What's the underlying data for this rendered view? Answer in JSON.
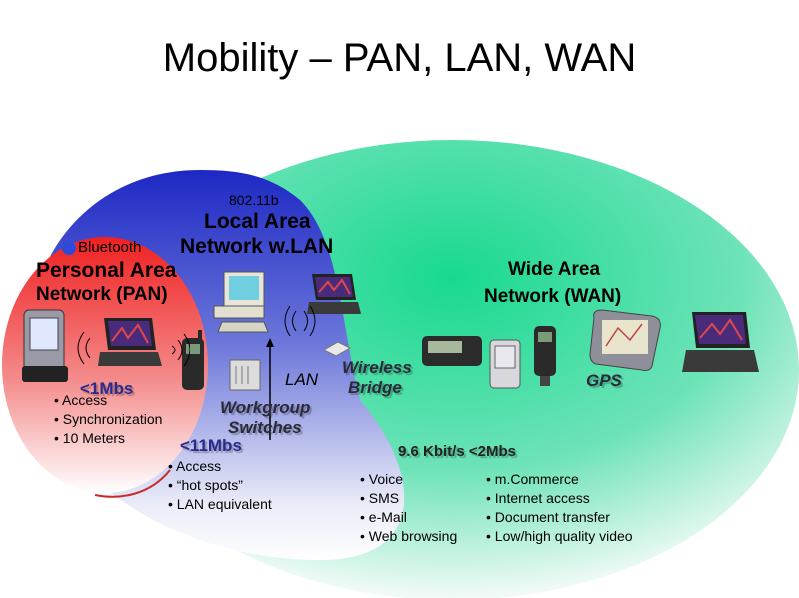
{
  "title": "Mobility – PAN, LAN, WAN",
  "lan_standard": "802.11b",
  "bluetooth": "Bluetooth",
  "lan_title_line1": "Local Area",
  "lan_title_line2": "Network w.LAN",
  "pan_title_line1": "Personal Area",
  "pan_title_line2": "Network (PAN)",
  "wan_title_line1": "Wide Area",
  "wan_title_line2": "Network (WAN)",
  "pan_speed": "<1Mbs",
  "pan_bullets": [
    "• Access",
    "• Synchronization",
    "• 10 Meters"
  ],
  "lan_label": "LAN",
  "workgroup_line1": "Workgroup",
  "workgroup_line2": "Switches",
  "lan_speed": "<11Mbs",
  "lan_bullets": [
    "• Access",
    "• “hot spots”",
    "• LAN equivalent"
  ],
  "wireless_bridge_line1": "Wireless",
  "wireless_bridge_line2": "Bridge",
  "gps": "GPS",
  "wan_speed": "9.6 Kbit/s <2Mbs",
  "wan_bullets_left": [
    "• Voice",
    "• SMS",
    "• e-Mail",
    "• Web browsing"
  ],
  "wan_bullets_right": [
    "• m.Commerce",
    "• Internet access",
    "• Document transfer",
    "• Low/high quality video"
  ],
  "colors": {
    "wan": "#1fc98a",
    "lan": "#2430c8",
    "pan": "#e83030"
  },
  "icons": [
    "pda-icon",
    "laptop-icon",
    "mobile-phone-icon",
    "desktop-computer-icon",
    "switch-icon",
    "access-point-icon",
    "pager-icon",
    "gps-device-icon",
    "wireless-signal-icon"
  ]
}
